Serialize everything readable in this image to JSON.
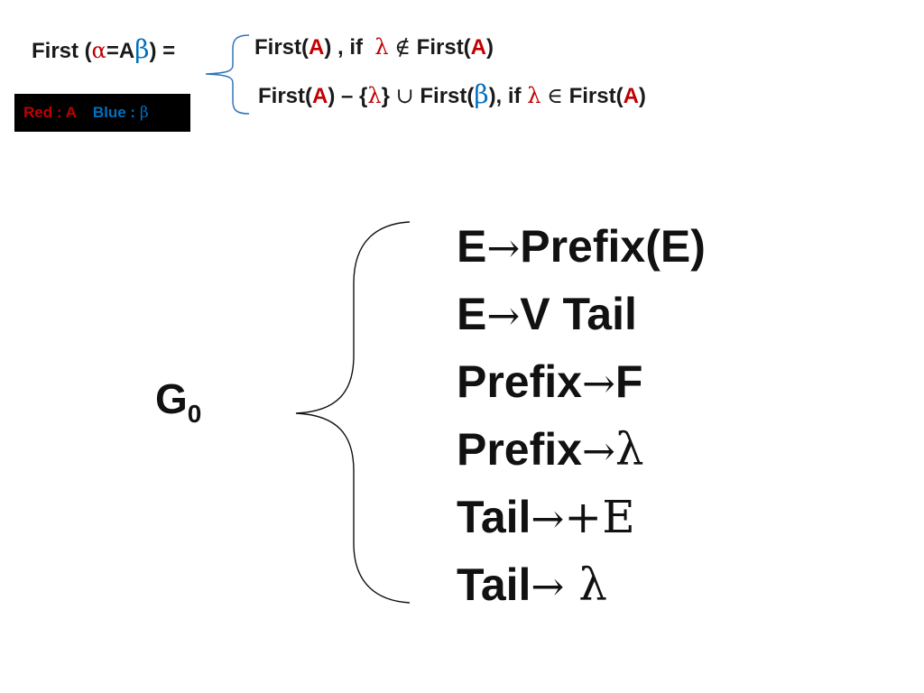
{
  "formula": {
    "lhs": {
      "first": "First (",
      "alpha": "α",
      "eq_a": "=A",
      "beta": "β",
      "close_eq": ") ="
    },
    "case1": {
      "first_open": "First(",
      "a": "A",
      "close_if": ") , if",
      "lambda": "λ",
      "notin": "∉",
      "first2_open": "First(",
      "a2": "A",
      "close": ")"
    },
    "case2": {
      "first_open": "First(",
      "a": "A",
      "minus_open": ") – {",
      "lambda": "λ",
      "brace_close": "}",
      "union": "∪",
      "first2_open": "First(",
      "beta": "β",
      "close_if": "), if",
      "lambda2": "λ",
      "in": "∈",
      "first3_open": "First(",
      "a3": "A",
      "close": ")"
    }
  },
  "legend": {
    "red_label": "Red : A",
    "blue_label": "Blue :",
    "beta": "β"
  },
  "grammar": {
    "name": "G",
    "subscript": "0",
    "rules": [
      {
        "lhs": "E",
        "arrow": "→",
        "rhs": "Prefix(E)",
        "rhs_serif": ""
      },
      {
        "lhs": "E",
        "arrow": "→",
        "rhs": "V Tail",
        "rhs_serif": ""
      },
      {
        "lhs": "Prefix",
        "arrow": "→",
        "rhs": "F",
        "rhs_serif": ""
      },
      {
        "lhs": "Prefix",
        "arrow": "→",
        "rhs": "",
        "rhs_serif": "λ"
      },
      {
        "lhs": "Tail",
        "arrow": "→",
        "rhs": "",
        "rhs_serif": "+E"
      },
      {
        "lhs": "Tail",
        "arrow": "→",
        "rhs": "",
        "rhs_serif": " λ"
      }
    ]
  },
  "colors": {
    "red": "#c00000",
    "blue": "#0070c0",
    "legend_background": "#000000"
  }
}
